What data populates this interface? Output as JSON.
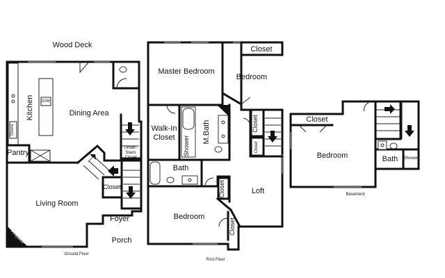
{
  "floors": {
    "ground": "Ground Floor",
    "first": "First Floor",
    "basement": "Basement"
  },
  "ground_floor": {
    "wood_deck": "Wood Deck",
    "kitchen": "Kitchen",
    "dw": "D/W",
    "ovens": "Ovens",
    "dining_area": "Dining Area",
    "pantry": "Pantry",
    "under_stairs_1": "Under-",
    "under_stairs_2": "Stairs",
    "under_stairs_3": "Closet",
    "living_room": "Living Room",
    "closet": "Closet",
    "foyer": "Foyer",
    "porch": "Porch",
    "fireplace": "Fireplace"
  },
  "first_floor": {
    "master_bedroom": "Master Bedroom",
    "closet_top": "Closet",
    "bedroom_top": "Bedroom",
    "walk_in_1": "Walk-In",
    "walk_in_2": "Closet",
    "shower": "Shower",
    "m_bath": "M.Bath",
    "closet_stair": "Closet",
    "closet_small": "Closet",
    "bath": "Bath",
    "bedroom_bottom": "Bedroom",
    "closet_mid": "Closet",
    "loft": "Loft",
    "closet_bottom": "Closet"
  },
  "basement": {
    "closet": "Closet",
    "bedroom": "Bedroom",
    "bath": "Bath",
    "shower": "Shower"
  },
  "colors": {
    "wall": "#111111",
    "background": "#ffffff",
    "fireplace": "#111111"
  }
}
